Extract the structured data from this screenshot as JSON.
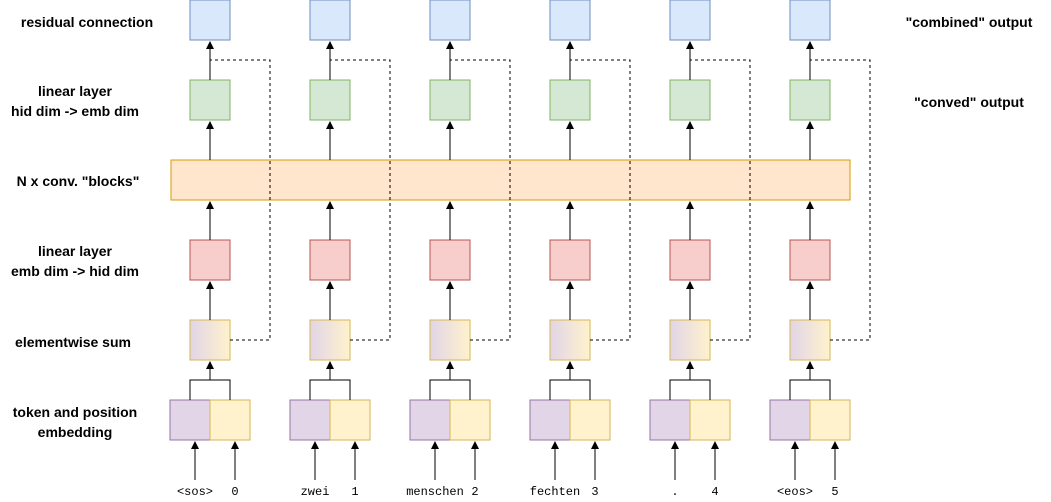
{
  "row_labels": {
    "residual": "residual connection",
    "linear_out_1": "linear layer",
    "linear_out_2": "hid dim -> emb dim",
    "conv_blocks": "N x conv. \"blocks\"",
    "linear_in_1": "linear layer",
    "linear_in_2": "emb dim -> hid dim",
    "sum": "elementwise sum",
    "embedding_1": "token and position",
    "embedding_2": "embedding"
  },
  "output_labels": {
    "combined": "\"combined\" output",
    "conved": "\"conved\" output"
  },
  "columns": [
    {
      "token": "<sos>",
      "position": "0"
    },
    {
      "token": "zwei",
      "position": "1"
    },
    {
      "token": "menschen",
      "position": "2"
    },
    {
      "token": "fechten",
      "position": "3"
    },
    {
      "token": ".",
      "position": "4"
    },
    {
      "token": "<eos>",
      "position": "5"
    }
  ],
  "colors": {
    "residual_fill": "#dae8fc",
    "residual_stroke": "#6c8ebf",
    "linear_out_fill": "#d5e8d4",
    "linear_out_stroke": "#82b366",
    "conv_fill": "#ffe6cc",
    "conv_stroke": "#d79b00",
    "linear_in_fill": "#f8cecc",
    "linear_in_stroke": "#b85450",
    "token_emb_fill": "#e1d5e7",
    "token_emb_stroke": "#9673a6",
    "pos_emb_fill": "#fff2cc",
    "pos_emb_stroke": "#d6b656"
  }
}
